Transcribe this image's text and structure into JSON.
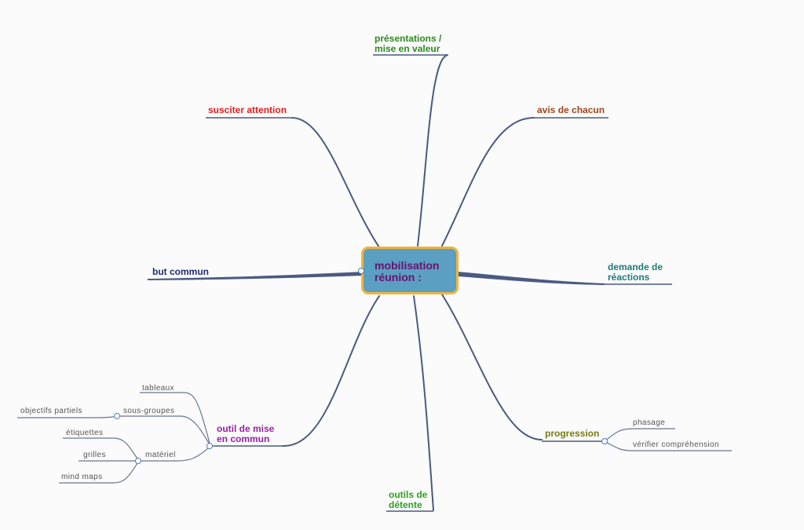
{
  "central": {
    "line1": "mobilisation",
    "line2": "réunion :",
    "color": "#6b0f70"
  },
  "branches": {
    "presentations": {
      "line1": "présentations /",
      "line2": "mise en valeur",
      "color": "#2e8b1f"
    },
    "avis": {
      "label": "avis de chacun",
      "color": "#a0461d"
    },
    "susciter": {
      "label": "susciter attention",
      "color": "#e01e1e"
    },
    "demande": {
      "line1": "demande de",
      "line2": "réactions",
      "color": "#1f7a7a"
    },
    "but": {
      "label": "but commun",
      "color": "#1f2a6e"
    },
    "progression": {
      "label": "progression",
      "color": "#7a7a10"
    },
    "outilMise": {
      "line1": "outil de mise",
      "line2": "en commun",
      "color": "#9b1fa4"
    },
    "detente": {
      "line1": "outils de",
      "line2": "détente",
      "color": "#2ea01f"
    }
  },
  "subs": {
    "phasage": "phasage",
    "verifier": "vérifier compréhension",
    "tableaux": "tableaux",
    "sousGroupes": "sous-groupes",
    "objectifs": "objectifs partiels",
    "materiel": "matériel",
    "etiquettes": "étiquettes",
    "grilles": "grilles",
    "mindmaps": "mind maps"
  },
  "colors": {
    "link": "#4b5a80",
    "subLink": "#6a7590",
    "centerFill": "#5b9fc3",
    "centerBorder": "#f0b43c"
  }
}
